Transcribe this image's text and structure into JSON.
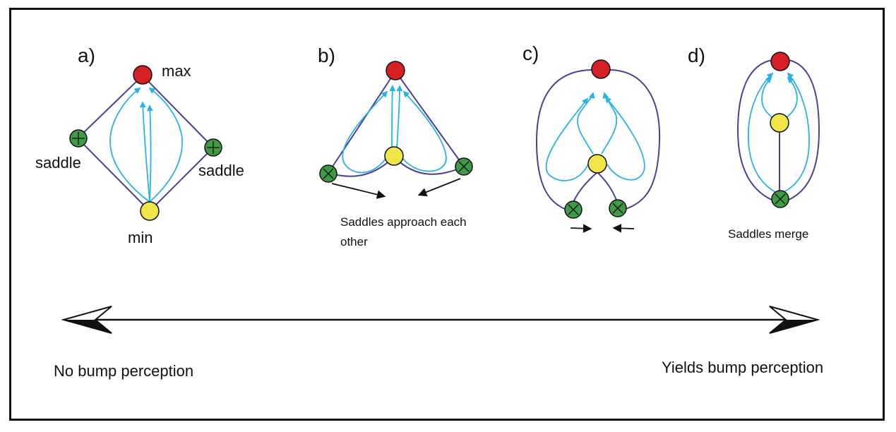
{
  "colors": {
    "frame": "#111111",
    "boundary": "#4b3f9b",
    "flow": "#27b3e6",
    "max_node": "#d71f26",
    "min_node": "#f0e64a",
    "saddle_node": "#3f9a45",
    "arrow": "#111111"
  },
  "panels": {
    "a": {
      "letter": "a)",
      "max_label": "max",
      "min_label": "min",
      "saddle_left_label": "saddle",
      "saddle_right_label": "saddle"
    },
    "b": {
      "letter": "b)",
      "note_line1": "Saddles approach each",
      "note_line2": "other"
    },
    "c": {
      "letter": "c)"
    },
    "d": {
      "letter": "d)",
      "note": "Saddles merge"
    }
  },
  "axis": {
    "left_label": "No bump perception",
    "right_label": "Yields bump perception"
  },
  "icons": {
    "max_node": "red-circle",
    "min_node": "yellow-circle",
    "saddle_node": "green-circle-with-cross"
  }
}
